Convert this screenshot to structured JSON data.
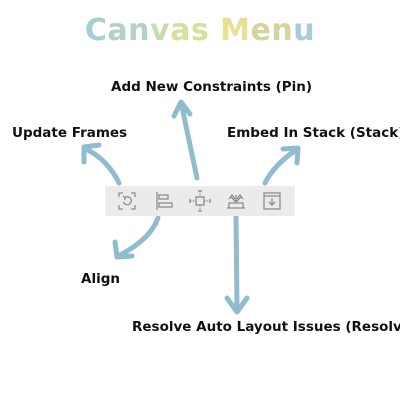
{
  "title": {
    "text": "Canvas Menu",
    "colors": [
      "#a8cdd6",
      "#b3d1c4",
      "#c9dcb0",
      "#d9df9a",
      "#e8e092",
      "#d4d59c",
      "#a8cdd6"
    ]
  },
  "labels": {
    "add_new_constraints": "Add New Constraints (Pin)",
    "update_frames": "Update Frames",
    "embed_in_stack": "Embed In Stack (Stack)",
    "align": "Align",
    "resolve": "Resolve Auto Layout Issues (Resolve)"
  },
  "toolbar": {
    "buttons": [
      {
        "name": "update-frames",
        "icon": "update-frames-icon"
      },
      {
        "name": "align",
        "icon": "align-icon"
      },
      {
        "name": "pin",
        "icon": "pin-icon"
      },
      {
        "name": "resolve",
        "icon": "resolve-icon"
      },
      {
        "name": "stack",
        "icon": "stack-icon"
      }
    ]
  },
  "colors": {
    "arrow": "#8fbccf",
    "toolbar_bg": "#ebebeb",
    "icon": "#8d8d8d",
    "text": "#111111"
  }
}
